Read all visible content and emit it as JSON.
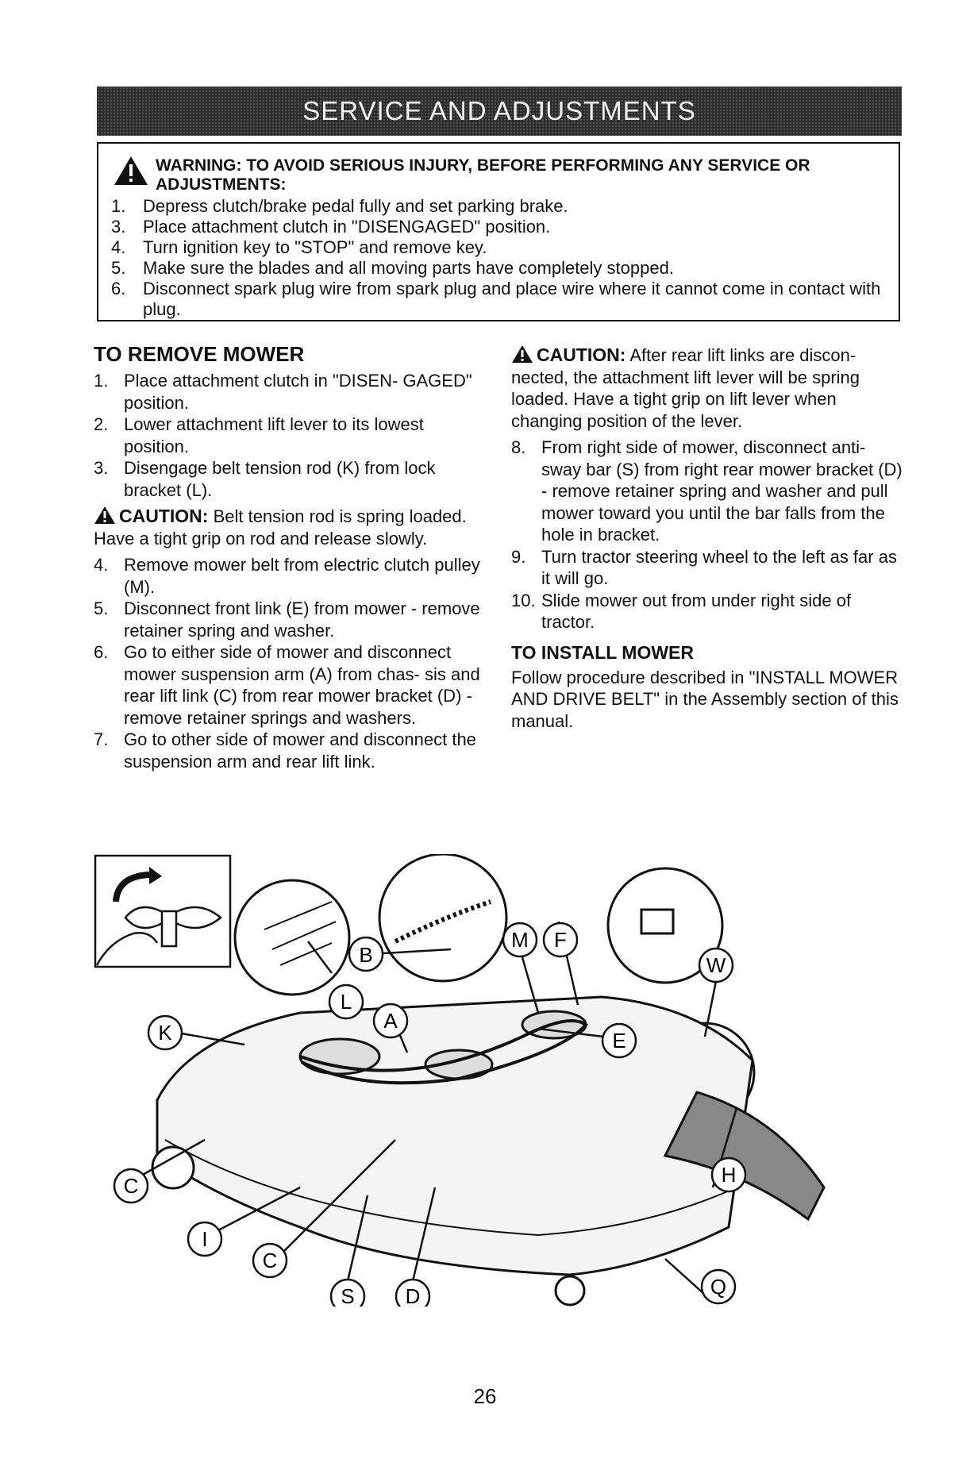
{
  "banner": {
    "title": "SERVICE AND ADJUSTMENTS"
  },
  "warning": {
    "heading_line1": "WARNING: TO AVOID SERIOUS INJURY, BEFORE PERFORMING ANY SERVICE OR",
    "heading_line2": "ADJUSTMENTS:",
    "items": [
      {
        "num": "1.",
        "text": "Depress clutch/brake pedal fully and set parking brake."
      },
      {
        "num": "3.",
        "text": "Place attachment clutch in \"DISENGAGED\" position."
      },
      {
        "num": "4.",
        "text": "Turn ignition key to \"STOP\" and remove key."
      },
      {
        "num": "5.",
        "text": "Make sure the blades and all moving parts have completely stopped."
      },
      {
        "num": "6.",
        "text": "Disconnect spark plug wire from spark plug and place wire where it cannot come in contact with plug."
      }
    ]
  },
  "remove": {
    "heading": "TO REMOVE MOWER",
    "steps_a": [
      {
        "num": "1.",
        "text": "Place attachment clutch in \"DISEN- GAGED\" position."
      },
      {
        "num": "2.",
        "text": "Lower attachment lift lever to its lowest position."
      },
      {
        "num": "3.",
        "text": "Disengage belt tension rod (K) from lock bracket (L)."
      }
    ],
    "caution_label": "CAUTION:",
    "caution_text": "Belt tension rod is spring loaded. Have a tight grip on rod and release slowly.",
    "steps_b": [
      {
        "num": "4.",
        "text": "Remove mower belt from electric clutch pulley (M)."
      },
      {
        "num": "5.",
        "text": "Disconnect front link (E) from mower - remove retainer spring and washer."
      },
      {
        "num": "6.",
        "text": "Go to either side of mower and disconnect mower suspension arm (A) from chas- sis and rear lift link (C) from rear mower bracket (D) - remove retainer springs and washers."
      },
      {
        "num": "7.",
        "text": "Go to other side of mower and disconnect the suspension arm and rear lift link."
      }
    ]
  },
  "right": {
    "caution_label": "CAUTION:",
    "caution_text": "After rear lift links are discon- nected, the attachment lift lever will be spring loaded. Have a tight grip on lift lever when changing position of the lever.",
    "steps": [
      {
        "num": "8.",
        "text": "From right side of mower, disconnect anti-sway bar (S) from right rear mower bracket (D) - remove retainer spring and washer and pull mower toward you until the bar falls from the hole in bracket."
      },
      {
        "num": "9.",
        "text": "Turn tractor steering wheel to the left as far as it will go."
      },
      {
        "num": "10.",
        "text": "Slide mower out from under right side of tractor."
      }
    ],
    "install_heading": "TO INSTALL MOWER",
    "install_text": "Follow procedure described in \"INSTALL MOWER AND DRIVE BELT\" in the Assembly section of this manual."
  },
  "figure": {
    "callouts": [
      "B",
      "M",
      "F",
      "L",
      "A",
      "W",
      "K",
      "E",
      "C",
      "H",
      "I",
      "C",
      "S",
      "D",
      "Q"
    ]
  },
  "page_number": "26"
}
